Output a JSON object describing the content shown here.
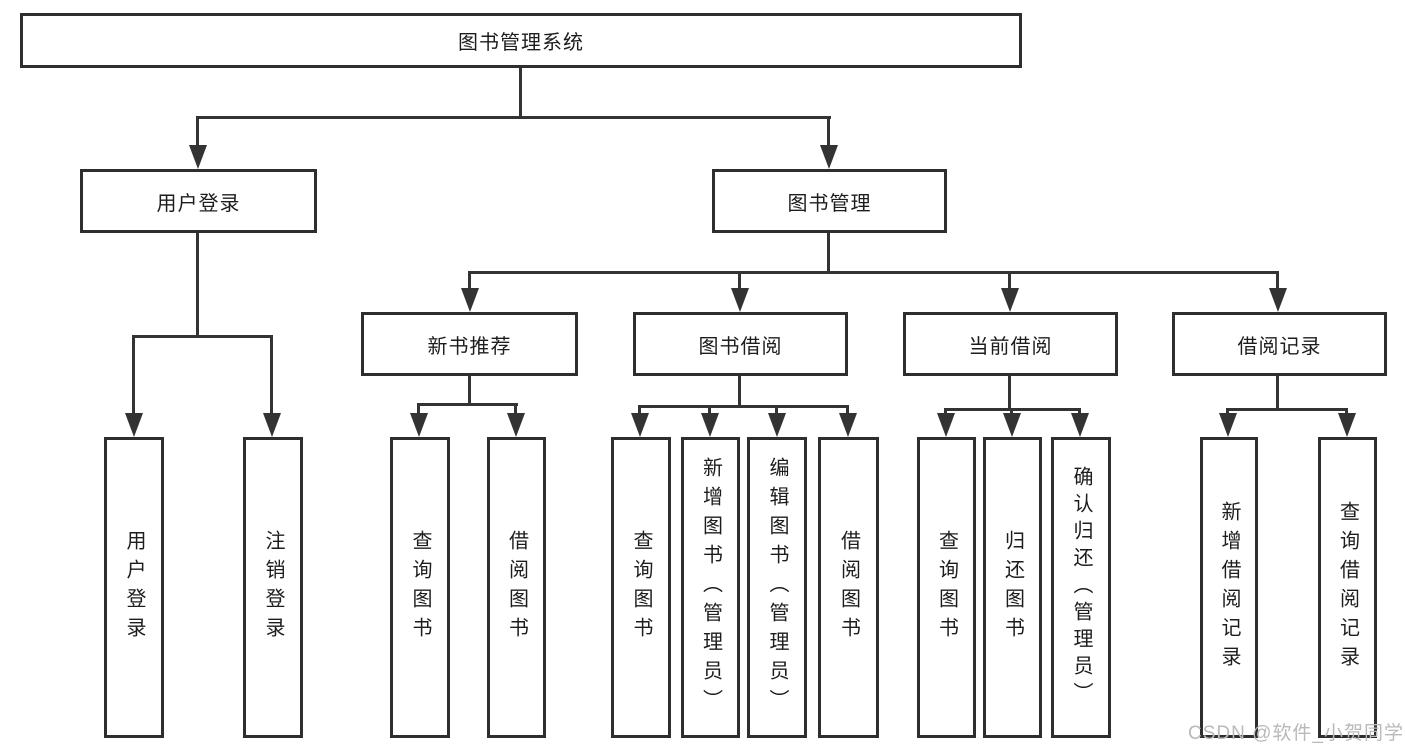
{
  "diagram": {
    "root": {
      "label": "图书管理系统",
      "children": [
        {
          "label": "用户登录",
          "children": [
            {
              "label": "用户登录"
            },
            {
              "label": "注销登录"
            }
          ]
        },
        {
          "label": "图书管理",
          "children": [
            {
              "label": "新书推荐",
              "children": [
                {
                  "label": "查询图书"
                },
                {
                  "label": "借阅图书"
                }
              ]
            },
            {
              "label": "图书借阅",
              "children": [
                {
                  "label": "查询图书"
                },
                {
                  "label": "新增图书（管理员）"
                },
                {
                  "label": "编辑图书（管理员）"
                },
                {
                  "label": "借阅图书"
                }
              ]
            },
            {
              "label": "当前借阅",
              "children": [
                {
                  "label": "查询图书"
                },
                {
                  "label": "归还图书"
                },
                {
                  "label": "确认归还（管理员）"
                }
              ]
            },
            {
              "label": "借阅记录",
              "children": [
                {
                  "label": "新增借阅记录"
                },
                {
                  "label": "查询借阅记录"
                }
              ]
            }
          ]
        }
      ]
    }
  },
  "watermark": {
    "label": "CSDN @软件_小贺同学"
  },
  "colors": {
    "line": "#333333",
    "border": "#2e2e2e",
    "text": "#1d1d1f",
    "watermark": "#b9b9b9",
    "background": "#ffffff"
  }
}
